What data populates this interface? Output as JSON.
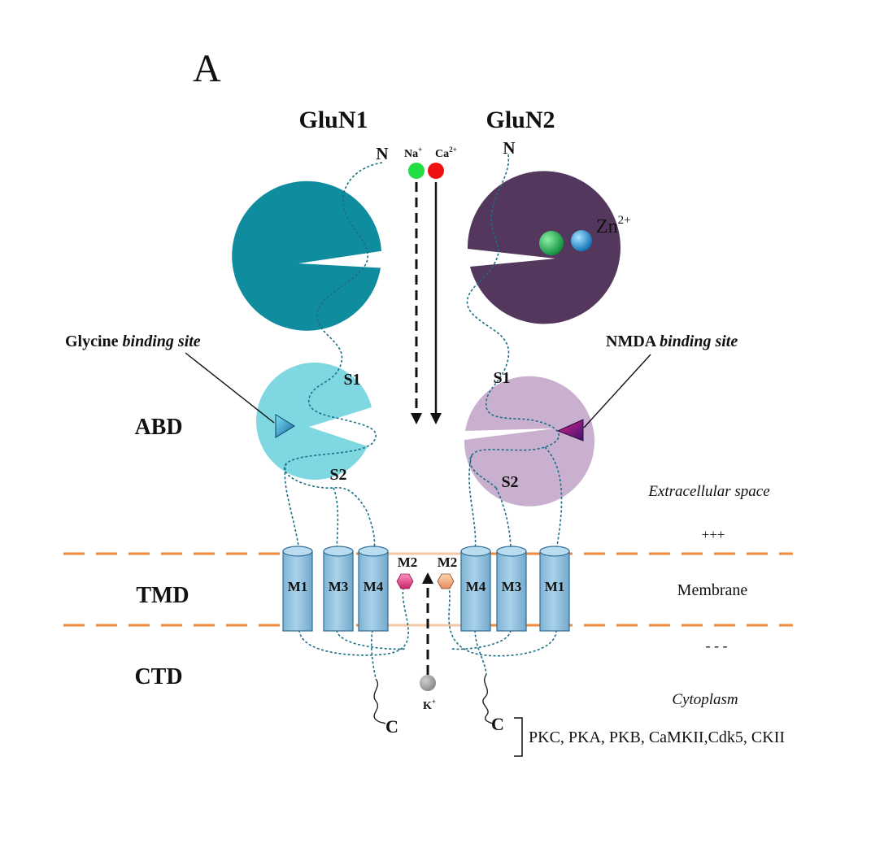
{
  "panel_label": "A",
  "subunits": {
    "left": "GluN1",
    "right": "GluN2"
  },
  "domains": {
    "abd": "ABD",
    "tmd": "TMD",
    "ctd": "CTD"
  },
  "binding_sites": {
    "left": {
      "name": "Glycine",
      "suffix": "binding site"
    },
    "right": {
      "name": "NMDA",
      "suffix": "binding site"
    }
  },
  "ions": {
    "na": {
      "base": "Na",
      "sup": "+",
      "color": "#22dd44"
    },
    "ca": {
      "base": "Ca",
      "sup": "2+",
      "color": "#ee1111"
    },
    "k": {
      "base": "K",
      "sup": "+",
      "color": "#999999"
    },
    "zn": {
      "base": "Zn",
      "sup": "2+"
    }
  },
  "termini": {
    "n": "N",
    "c": "C"
  },
  "lobes": {
    "s1": "S1",
    "s2": "S2"
  },
  "helices": {
    "left": [
      "M1",
      "M3",
      "M4"
    ],
    "right": [
      "M4",
      "M3",
      "M1"
    ],
    "pore": "M2"
  },
  "regions": {
    "extracellular": "Extracellular space",
    "extracellular_charge": "+++",
    "membrane": "Membrane",
    "intracellular_charge": "- - -",
    "cytoplasm": "Cytoplasm"
  },
  "kinases": "PKC, PKA, PKB, CaMKII,Cdk5, CKII",
  "colors": {
    "glun1_atd": "#0f8c9e",
    "glun2_atd": "#54375d",
    "glun1_abd": "#7fd7e1",
    "glun2_abd": "#c9b0cf",
    "helix": "#8fc0dc",
    "membrane_line": "#f08a3c"
  }
}
